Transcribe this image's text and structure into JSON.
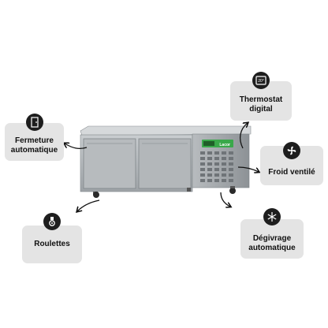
{
  "features": {
    "thermostat": {
      "label": "Thermostat\ndigital",
      "icon": "thermostat-icon"
    },
    "fermeture": {
      "label": "Fermeture\nautomatique",
      "icon": "door-icon"
    },
    "froid": {
      "label": "Froid ventilé",
      "icon": "fan-icon"
    },
    "roulettes": {
      "label": "Roulettes",
      "icon": "caster-wheel-icon"
    },
    "degivrage": {
      "label": "Dégivrage\nautomatique",
      "icon": "snowflake-icon"
    }
  },
  "product": {
    "brand_label": "Lacor",
    "accent_color": "#3aa84a"
  }
}
